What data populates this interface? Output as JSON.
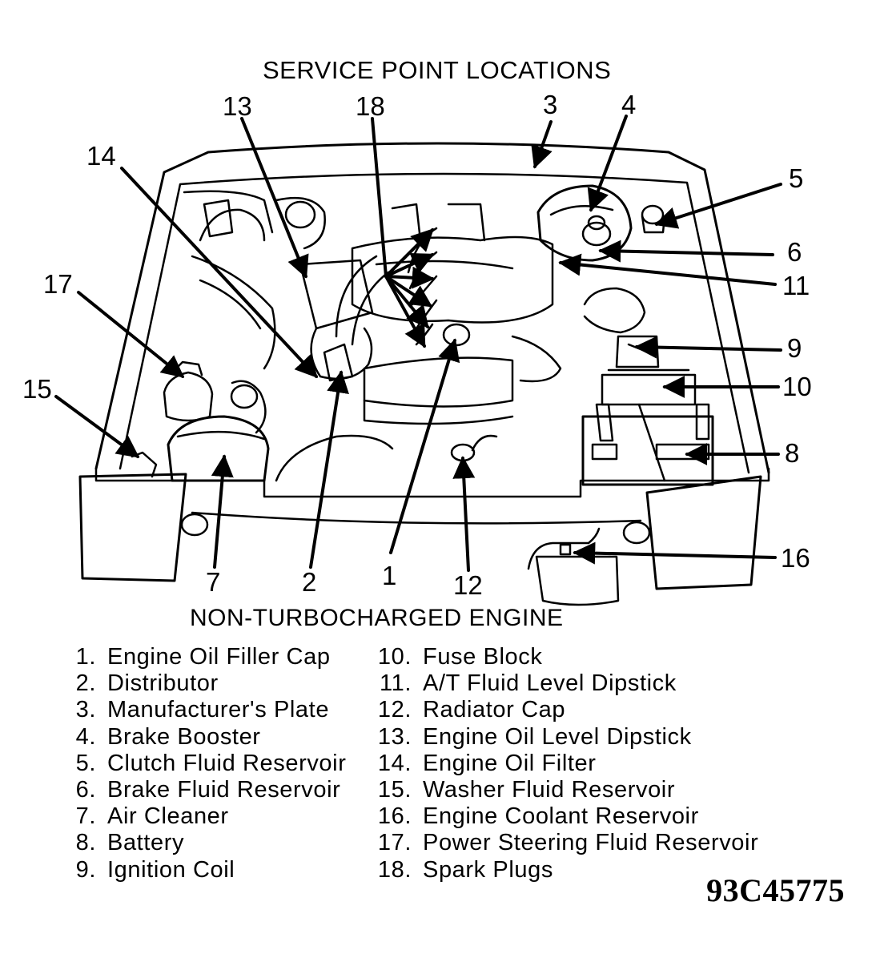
{
  "title": "SERVICE POINT LOCATIONS",
  "subtitle": "NON-TURBOCHARGED ENGINE",
  "figure_code": "93C45775",
  "callouts": [
    "1",
    "2",
    "3",
    "4",
    "5",
    "6",
    "7",
    "8",
    "9",
    "10",
    "11",
    "12",
    "13",
    "14",
    "15",
    "16",
    "17",
    "18"
  ],
  "legend": [
    {
      "num": "1.",
      "label": "Engine Oil Filler Cap"
    },
    {
      "num": "2.",
      "label": "Distributor"
    },
    {
      "num": "3.",
      "label": "Manufacturer's Plate"
    },
    {
      "num": "4.",
      "label": "Brake Booster"
    },
    {
      "num": "5.",
      "label": "Clutch Fluid Reservoir"
    },
    {
      "num": "6.",
      "label": "Brake Fluid Reservoir"
    },
    {
      "num": "7.",
      "label": "Air Cleaner"
    },
    {
      "num": "8.",
      "label": "Battery"
    },
    {
      "num": "9.",
      "label": "Ignition Coil"
    },
    {
      "num": "10.",
      "label": "Fuse Block"
    },
    {
      "num": "11.",
      "label": "A/T Fluid Level Dipstick"
    },
    {
      "num": "12.",
      "label": "Radiator Cap"
    },
    {
      "num": "13.",
      "label": "Engine Oil Level Dipstick"
    },
    {
      "num": "14.",
      "label": "Engine Oil Filter"
    },
    {
      "num": "15.",
      "label": "Washer Fluid Reservoir"
    },
    {
      "num": "16.",
      "label": "Engine Coolant Reservoir"
    },
    {
      "num": "17.",
      "label": "Power Steering Fluid Reservoir"
    },
    {
      "num": "18.",
      "label": "Spark Plugs"
    }
  ]
}
